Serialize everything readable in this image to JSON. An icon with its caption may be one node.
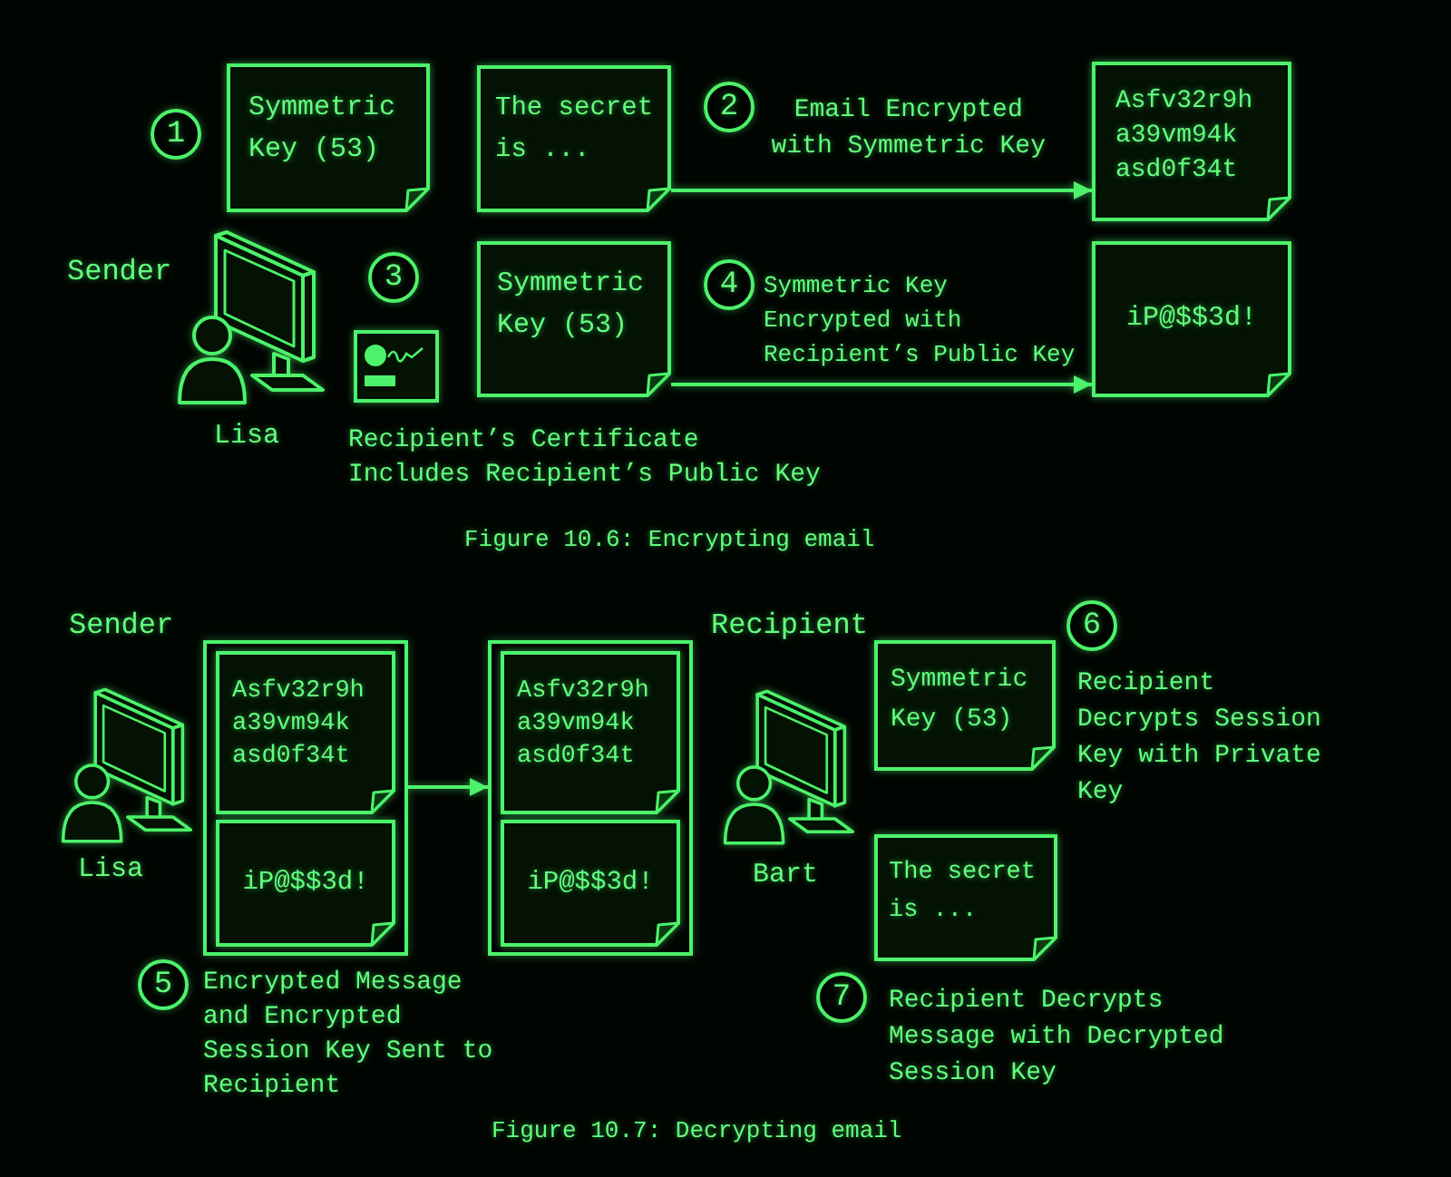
{
  "diagram": {
    "nodes": [
      {
        "text": [
          "Symmetric Key (53)"
        ]
      },
      {
        "text": [
          "The secret is ..."
        ]
      },
      {
        "text": [
          "Asfv32r9h a39vm94k asd0f34t"
        ]
      },
      {
        "text": [
          "Symmetric Key (53)"
        ]
      },
      {
        "text": [
          "iP@$$3d!"
        ]
      },
      {
        "text": [],
        "shape": "box"
      },
      {
        "text": [
          "Asfv32r9h a39vm94k asd0f34t"
        ],
        "in": 5
      },
      {
        "text": [
          "iP@$$3d!"
        ],
        "in": 5
      },
      {
        "text": [],
        "shape": "box"
      },
      {
        "text": [
          "Asfv32r9h a39vm94k asd0f34t"
        ],
        "in": 8
      },
      {
        "text": [
          "iP@$$3d!"
        ],
        "in": 8
      },
      {
        "text": [
          "Symmetric Key (53)"
        ]
      },
      {
        "text": [
          "The secret is ..."
        ]
      }
    ],
    "edges": [
      {
        "from": 1,
        "to": 2,
        "arrow": "to",
        "label": "Email Encrypted with Symmetric Key"
      },
      {
        "from": 3,
        "to": 4,
        "arrow": "to",
        "label": "Symmetric Key Encrypted with Recipient’s Public Key"
      },
      {
        "from": 5,
        "to": 8,
        "arrow": "to"
      }
    ],
    "labels": [
      "1",
      "2",
      "Sender",
      "3",
      "4",
      "Lisa",
      "Recipient’s Certificate Includes Recipient’s Public Key",
      "Figure 10.6: Encrypting email",
      "Sender",
      "Recipient",
      "6",
      "Recipient Decrypts Session Key with Private Key",
      "Lisa",
      "Bart",
      "5",
      "Encrypted Message and Encrypted Session Key Sent to Recipient",
      "7",
      "Recipient Decrypts Message with Decrypted Session Key",
      "Figure 10.7: Decrypting email"
    ]
  }
}
